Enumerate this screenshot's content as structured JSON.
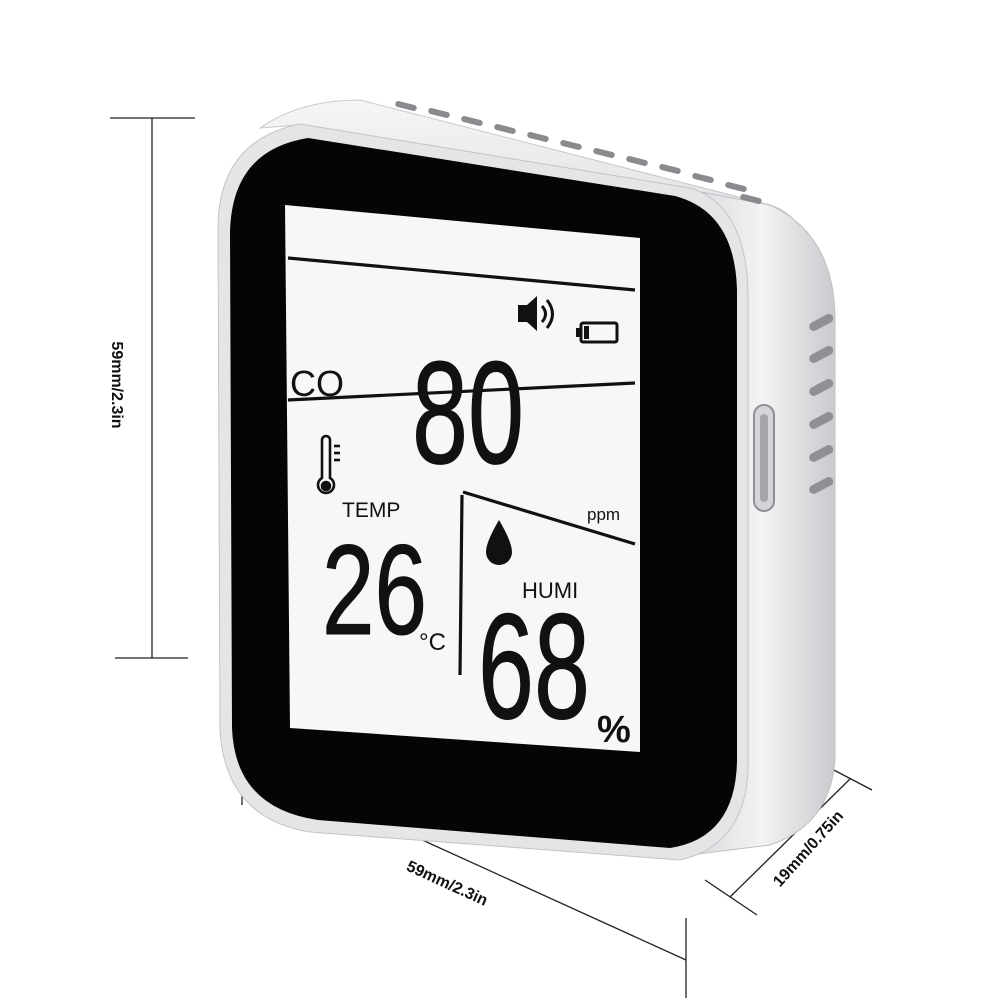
{
  "dimensions": {
    "height": "59mm/2.3in",
    "width": "59mm/2.3in",
    "depth": "19mm/0.75in"
  },
  "display": {
    "gas_label": "CO",
    "gas_value": "80",
    "gas_unit": "ppm",
    "temp_label": "TEMP",
    "temp_value": "26",
    "temp_unit": "°C",
    "humi_label": "HUMI",
    "humi_value": "68",
    "humi_unit": "%"
  },
  "icons": [
    "speaker-icon",
    "battery-icon",
    "thermometer-icon",
    "water-drop-icon"
  ],
  "colors": {
    "body": "#ecedef",
    "bezel": "#050505",
    "lcd": "#f7f7f7",
    "ink": "#111111"
  }
}
